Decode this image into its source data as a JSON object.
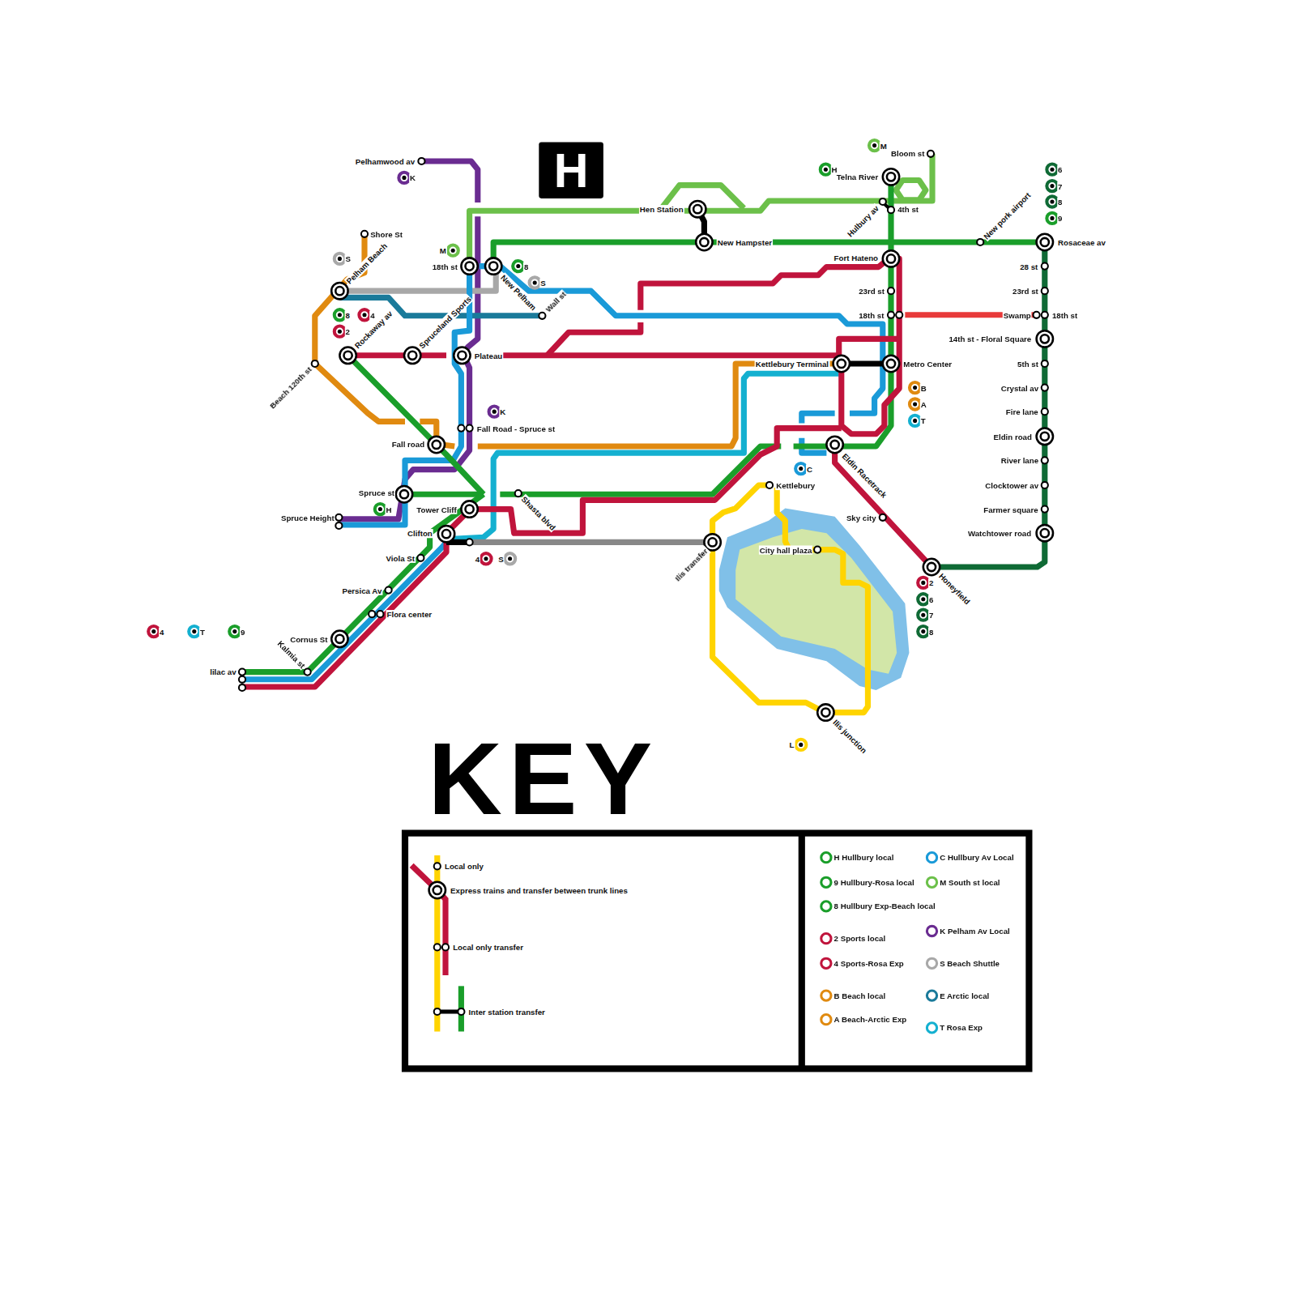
{
  "diagram": {
    "title": "KEY",
    "labels": [
      "H",
      "Pelhamwood av",
      "K",
      "Shore St",
      "S",
      "Pelham Beach",
      "M",
      "18th st",
      "8",
      "New Pelham",
      "S",
      "Wall st",
      "8",
      "4",
      "2",
      "Rockaway av",
      "Spruceland Sports",
      "Plateau",
      "Beach 120th st",
      "K",
      "Fall Road - Spruce st",
      "Fall road",
      "Spruce st",
      "H",
      "Spruce Height",
      "Tower Cliff",
      "Shasta blvd",
      "Clifton",
      "4",
      "S",
      "Viola St",
      "Persica Av",
      "Flora center",
      "4",
      "T",
      "9",
      "Cornus St",
      "Kalmia st",
      "lilac av",
      "Hen Station",
      "New Hampster",
      "M",
      "Bloom st",
      "H",
      "Telna River",
      "Hulbury av",
      "4th st",
      "New pork airport",
      "Rosaceae av",
      "6",
      "7",
      "8",
      "9",
      "Fort Hateno",
      "23rd st",
      "18th st",
      "Metro Center",
      "Kettlebury Terminal",
      "B",
      "A",
      "T",
      "28 st",
      "23rd st",
      "Swamp",
      "18th st",
      "14th st - Floral Square",
      "5th st",
      "Crystal av",
      "Fire lane",
      "Eldin road",
      "River lane",
      "Clocktower av",
      "Farmer square",
      "Watchtower road",
      "Eldin Racetrack",
      "C",
      "Kettlebury",
      "City hall plaza",
      "Sky city",
      "Ilis transfer",
      "Honeyfield",
      "2",
      "6",
      "7",
      "8",
      "Ilis junction",
      "L"
    ],
    "legend": [
      {
        "text": "Local only"
      },
      {
        "text": "Express trains and transfer between trunk lines"
      },
      {
        "text": "Local only transfer"
      },
      {
        "text": "Inter station transfer"
      },
      {
        "text": "H Hullbury local",
        "color": "#1a9e2a"
      },
      {
        "text": "C Hullbury Av Local",
        "color": "#1a9ad8"
      },
      {
        "text": "9 Hullbury-Rosa local",
        "color": "#1a9e2a"
      },
      {
        "text": "M South st local",
        "color": "#6cc04a"
      },
      {
        "text": "8 Hullbury Exp-Beach local",
        "color": "#1a9e2a"
      },
      {
        "text": "2 Sports local",
        "color": "#c0143c"
      },
      {
        "text": "K Pelham Av Local",
        "color": "#6a2c91"
      },
      {
        "text": "4 Sports-Rosa Exp",
        "color": "#c0143c"
      },
      {
        "text": "S Beach Shuttle",
        "color": "#a8a8a8"
      },
      {
        "text": "B Beach local",
        "color": "#e08a10"
      },
      {
        "text": "E Arctic local",
        "color": "#1a7a9a"
      },
      {
        "text": "A Beach-Arctic Exp",
        "color": "#e08a10"
      },
      {
        "text": "T Rosa Exp",
        "color": "#14b0d0"
      }
    ]
  }
}
